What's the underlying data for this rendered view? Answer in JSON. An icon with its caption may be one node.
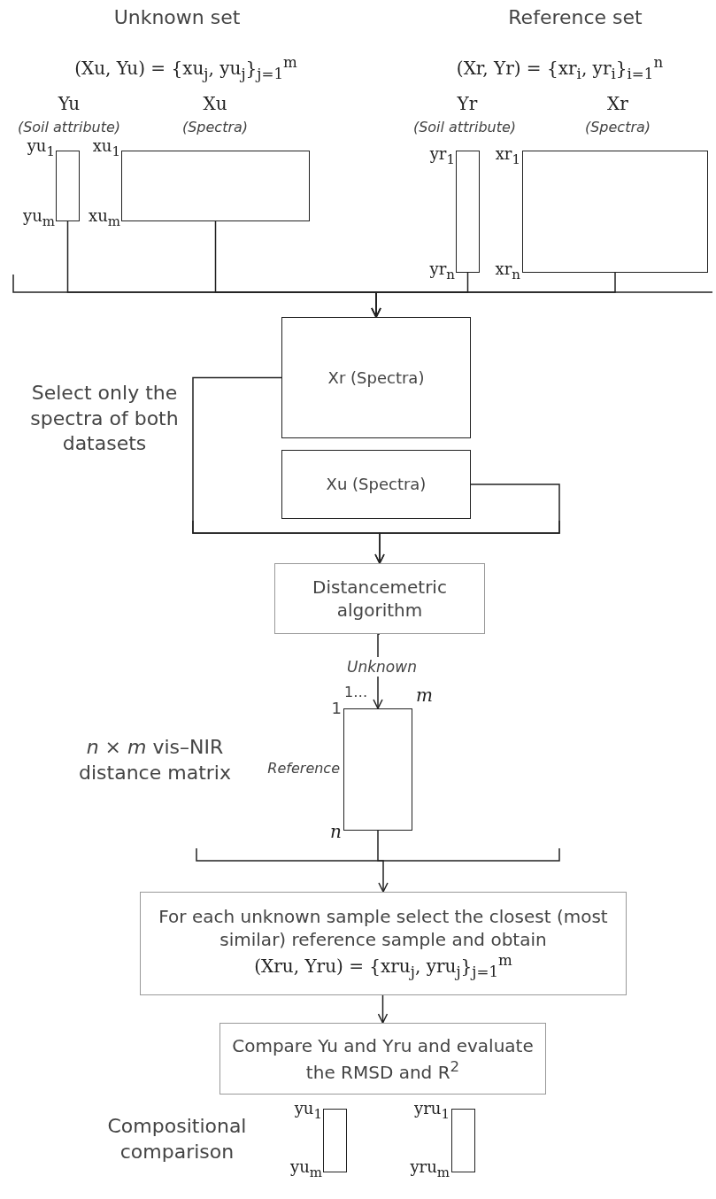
{
  "diagram": {
    "nodes": [
      {
        "text": [],
        "shape": "box",
        "beside": [
          "Yu",
          "(Soil attribute)",
          "yu$_{1}$",
          "yu$_{m}$"
        ]
      },
      {
        "text": [],
        "shape": "box",
        "beside": [
          "Xu",
          "(Spectra)",
          "xu$_{1}$",
          "xu$_{m}$"
        ]
      },
      {
        "text": [],
        "shape": "box",
        "beside": [
          "Yr",
          "(Soil attribute)",
          "yr$_{1}$",
          "yr$_{n}$"
        ]
      },
      {
        "text": [],
        "shape": "box",
        "beside": [
          "Xr",
          "(Spectra)",
          "xr$_{1}$",
          "xr$_{n}$"
        ]
      },
      {
        "text": [
          "Xr (Spectra)"
        ]
      },
      {
        "text": [
          "Xu (Spectra)"
        ]
      },
      {
        "text": [
          "Distancemetric algorithm"
        ]
      },
      {
        "text": [],
        "shape": "box",
        "beside": [
          "Unknown",
          "1…",
          "m",
          "1",
          "Reference",
          "n"
        ]
      },
      {
        "text": [
          "For each unknown sample select the closest (most similar) reference sample and obtain",
          "(Xru, Yru) = {xru$_{j}$, yru$_{j}$}$_{j=1}$$^{m}$"
        ]
      },
      {
        "text": [
          "Compare Yu and Yru and evaluate the RMSD and R$^{2}$"
        ]
      },
      {
        "text": [],
        "shape": "box",
        "beside": [
          "yu$_{1}$",
          "yu$_{m}$"
        ]
      },
      {
        "text": [],
        "shape": "box",
        "beside": [
          "yru$_{1}$",
          "yru$_{m}$"
        ]
      }
    ],
    "edges": [
      {
        "from": 0,
        "to": 4,
        "arrow": "to"
      },
      {
        "from": 1,
        "to": 4,
        "arrow": "to"
      },
      {
        "from": 2,
        "to": 4,
        "arrow": "to"
      },
      {
        "from": 3,
        "to": 4,
        "arrow": "to"
      },
      {
        "from": 4,
        "to": 6,
        "arrow": "to"
      },
      {
        "from": 5,
        "to": 6,
        "arrow": "to"
      },
      {
        "from": 6,
        "to": 7,
        "arrow": "to"
      },
      {
        "from": 7,
        "to": 8,
        "arrow": "to"
      },
      {
        "from": 8,
        "to": 9,
        "arrow": "to"
      }
    ],
    "labels": [
      "Unknown set",
      "Reference set",
      "(Xu, Yu) = {xu$_{j}$, yu$_{j}$}$_{j=1}$$^{m}$",
      "(Xr, Yr) = {xr$_{i}$, yr$_{i}$}$_{i=1}$$^{n}$",
      "Select only the spectra of both datasets",
      "*n* × *m* vis–NIR distance matrix",
      "Compositional comparison"
    ]
  }
}
